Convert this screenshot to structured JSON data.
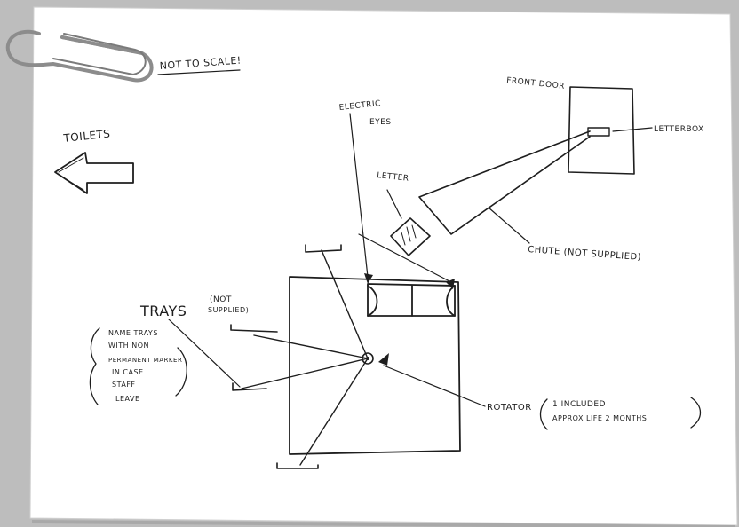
{
  "colors": {
    "background": "#bdbdbd",
    "paper": "#ffffff",
    "ink": "#1e1e1e",
    "clip": "#8c8c8c"
  },
  "icons": {
    "paperclip": "paperclip-icon",
    "direction_arrow": "arrow-left-icon"
  },
  "labels": {
    "not_to_scale": "NOT TO SCALE!",
    "toilets": "TOILETS",
    "front_door": "FRONT DOOR",
    "letterbox": "LETTERBOX",
    "electric_eyes_1": "ELECTRIC",
    "electric_eyes_2": "EYES",
    "letter": "LETTER",
    "chute": "CHUTE (NOT SUPPLIED)",
    "trays": "TRAYS",
    "trays_note_1": "(NOT",
    "trays_note_2": "SUPPLIED)",
    "name_trays_1": "NAME TRAYS",
    "name_trays_2": "WITH NON",
    "name_trays_3": "PERMANENT MARKER",
    "name_trays_4": "IN CASE",
    "name_trays_5": "STAFF",
    "name_trays_6": "LEAVE",
    "rotator": "ROTATOR",
    "rotator_note_1": "1 INCLUDED",
    "rotator_note_2": "APPROX LIFE 2 MONTHS"
  }
}
